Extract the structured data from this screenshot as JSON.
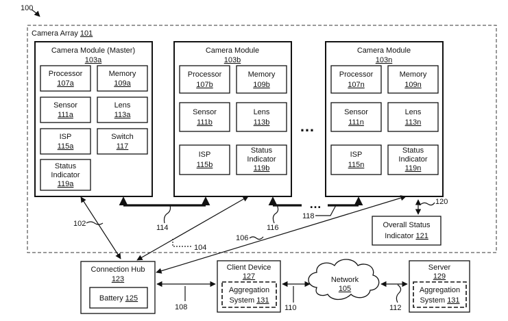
{
  "figure": {
    "number": "100",
    "camera_array": {
      "label": "Camera Array",
      "ref": "101"
    },
    "modules": [
      {
        "title": "Camera Module (Master)",
        "ref": "103a",
        "cells": [
          {
            "l1": "Processor",
            "ref": "107a"
          },
          {
            "l1": "Memory",
            "ref": "109a"
          },
          {
            "l1": "Sensor",
            "ref": "111a"
          },
          {
            "l1": "Lens",
            "ref": "113a"
          },
          {
            "l1": "ISP",
            "ref": "115a"
          },
          {
            "l1": "Switch",
            "ref": "117"
          },
          {
            "l1": "Status",
            "l2": "Indicator",
            "ref": "119a"
          }
        ]
      },
      {
        "title": "Camera Module",
        "ref": "103b",
        "cells": [
          {
            "l1": "Processor",
            "ref": "107b"
          },
          {
            "l1": "Memory",
            "ref": "109b"
          },
          {
            "l1": "Sensor",
            "ref": "111b"
          },
          {
            "l1": "Lens",
            "ref": "113b"
          },
          {
            "l1": "ISP",
            "ref": "115b"
          },
          {
            "l1": "Status",
            "l2": "Indicator",
            "ref": "119b"
          }
        ]
      },
      {
        "title": "Camera Module",
        "ref": "103n",
        "cells": [
          {
            "l1": "Processor",
            "ref": "107n"
          },
          {
            "l1": "Memory",
            "ref": "109n"
          },
          {
            "l1": "Sensor",
            "ref": "111n"
          },
          {
            "l1": "Lens",
            "ref": "113n"
          },
          {
            "l1": "ISP",
            "ref": "115n"
          },
          {
            "l1": "Status",
            "l2": "Indicator",
            "ref": "119n"
          }
        ]
      }
    ],
    "ellipsis": "…",
    "overall_status": {
      "l1": "Overall Status",
      "l2": "Indicator",
      "ref": "121"
    },
    "hub": {
      "label": "Connection Hub",
      "ref": "123",
      "battery": {
        "label": "Battery",
        "ref": "125"
      }
    },
    "client": {
      "label": "Client Device",
      "ref": "127",
      "agg": {
        "l1": "Aggregation",
        "l2": "System",
        "ref": "131"
      }
    },
    "network": {
      "label": "Network",
      "ref": "105"
    },
    "server": {
      "label": "Server",
      "ref": "129",
      "agg": {
        "l1": "Aggregation",
        "l2": "System",
        "ref": "131"
      }
    },
    "refs": {
      "r102": "102",
      "r104": "104",
      "r106": "106",
      "r108": "108",
      "r110": "110",
      "r112": "112",
      "r114": "114",
      "r116": "116",
      "r118": "118",
      "r120": "120"
    }
  }
}
